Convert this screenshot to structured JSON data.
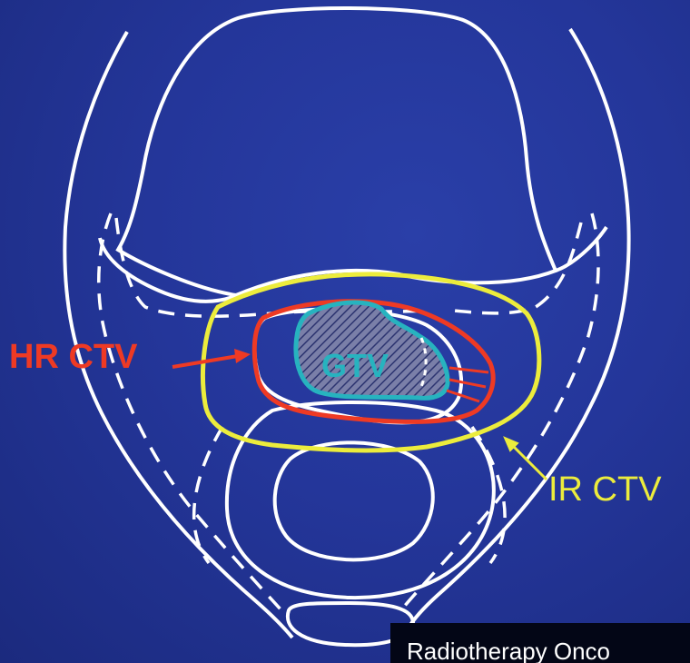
{
  "labels": {
    "hr_ctv": "HR CTV",
    "ir_ctv": "IR CTV",
    "gtv": "GTV"
  },
  "source": {
    "text": "Radiotherapy Onco"
  },
  "colors": {
    "background": "#24369a",
    "outline": "#ffffff",
    "hr_ctv": "#ee3a24",
    "ir_ctv": "#ecec3c",
    "gtv": "#27b3bf",
    "source_box": "#030616"
  }
}
